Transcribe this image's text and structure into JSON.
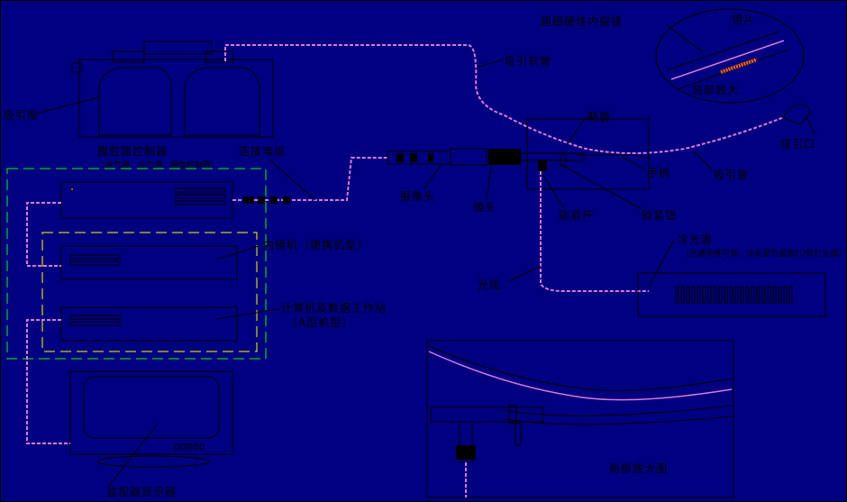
{
  "labels": {
    "suction_bottle": "吸引瓶",
    "suction_tube": "吸引软管",
    "controller": "腹腔镜控制器",
    "controller_note": "（含气腹、冷光源、摄像控制等）",
    "connecting_cable": "连接电缆",
    "camera_head": "摄像头",
    "lens": "镜头",
    "endoscope_unit": "内镜机（便携机型）",
    "computer_unit": "计算机及数据工作站",
    "computer_unit_sub": "（A型机型）",
    "monitor": "监视器显示器",
    "cold_light": "冷光源",
    "cold_light_note": "（光源亮度可调，冷光源为卤素灯/氙灯光源）",
    "light_cable": "光缆",
    "sheath": "鞘管",
    "handle": "手柄",
    "catheter": "吸引管",
    "suction_head": "吸引口",
    "locking_rod": "锁紧杆",
    "locking_knob": "锁紧钮",
    "inset_title": "超细硬性内窥镜",
    "inset_a": "镜片",
    "inset_b": "局部放大",
    "detail_title": "局部放大图"
  },
  "colors": {
    "background": "#000080",
    "line": "#000000",
    "tube": "#d87ad8",
    "guide_green": "#00ff00",
    "guide_yellow": "#ffff00",
    "highlight": "#ff6600"
  }
}
